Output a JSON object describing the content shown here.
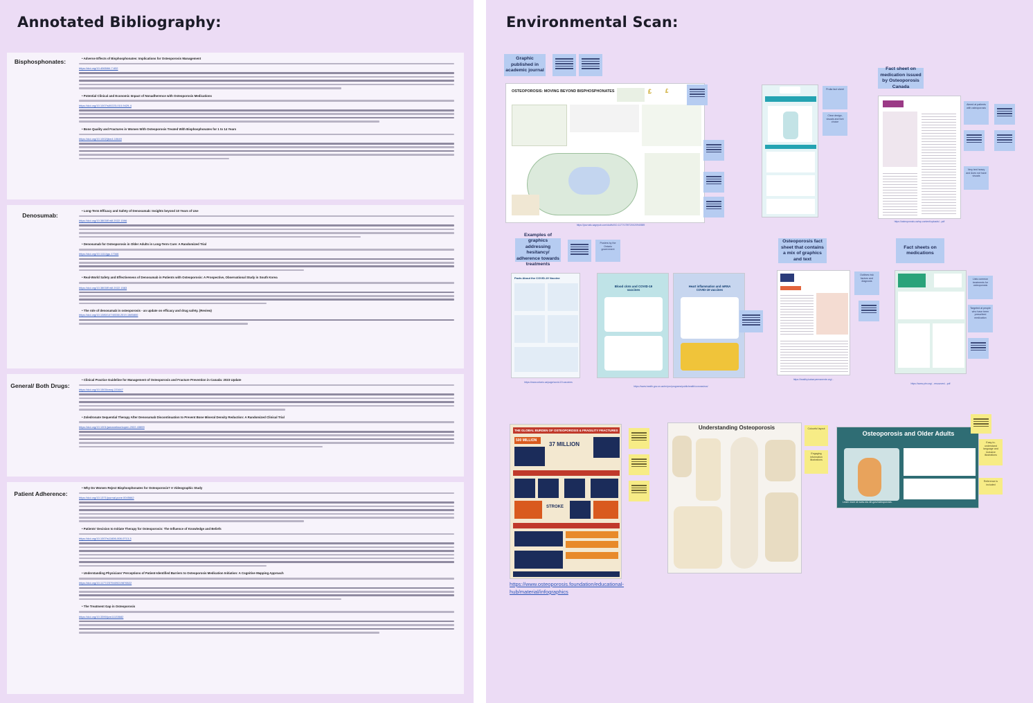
{
  "left_panel": {
    "title": "Annotated Bibliography:",
    "sections": [
      {
        "label": "Bisphosphonates:",
        "entries": [
          {
            "title": "Adverse Effects of Bisphosphonates: Implications for Osteoporosis Management",
            "link": "https://doi.org/10.4065/84.7.632",
            "lines": 6
          },
          {
            "title": "Potential Clinical and Economic Impact of Nonadherence with Osteoporosis Medications",
            "link": "https://doi.org/10.1007/s00223-010-9429-4",
            "lines": 5
          },
          {
            "title": "Bone Quality and Fractures in Women With Osteoporosis Treated With Bisphosphonates for 1 to 14 Years",
            "link": "https://doi.org/10.1002/jbm4.10649",
            "lines": 6
          }
        ]
      },
      {
        "label": "Denosumab:",
        "entries": [
          {
            "title": "Long-Term Efficacy and Safety of Denosumab: Insights beyond 10 Years of Use",
            "link": "https://doi.org/10.3803/EnM.2022.1596",
            "lines": 5
          },
          {
            "title": "Denosumab for Osteoporosis in Older Adults in Long-Term Care: A Randomized Trial",
            "link": "https://doi.org/10.1111/jgs.17346",
            "lines": 5
          },
          {
            "title": "Real-World Safety and Effectiveness of Denosumab in Patients with Osteoporosis: A Prospective, Observational Study in South Korea",
            "link": "https://doi.org/10.3803/EnM.2022.1583",
            "lines": 6
          },
          {
            "title": "The role of denosumab in osteoporosis - an update on efficacy and drug safety. (Review)",
            "link": "https://doi.org/10.1080/14740338.2019.1585800",
            "lines": 3
          }
        ]
      },
      {
        "label": "General/ Both Drugs:",
        "entries": [
          {
            "title": "Clinical Practice Guideline for Management of Osteoporosis and Fracture Prevention in Canada: 2023 Update",
            "link": "https://doi.org/10.1503/cmaj.221647",
            "lines": 6
          },
          {
            "title": "Zoledronate Sequential Therapy After Denosumab Discontinuation to Prevent Bone Mineral Density Reduction: A Randomized Clinical Trial",
            "link": "https://doi.org/10.1001/jamanetworkopen.2022.43899",
            "lines": 6
          }
        ]
      },
      {
        "label": "Patient Adherence:",
        "entries": [
          {
            "title": "Why Do Women Reject Bisphosphonates for Osteoporosis? A Videographic Study",
            "link": "https://doi.org/10.1371/journal.pone.0045662",
            "lines": 6
          },
          {
            "title": "Patients' Decision to Initiate Therapy for Osteoporosis: The Influence of Knowledge and Beliefs",
            "link": "https://doi.org/10.1007/s11606-008-0713-3",
            "lines": 7
          },
          {
            "title": "Understanding Physicians' Perceptions of Patient-Identified Barriers to Osteoporosis Medication Initiation: A Cognitive Mapping Approach",
            "link": "https://doi.org/10.1177/2379409219876522",
            "lines": 5
          },
          {
            "title": "The Treatment Gap in Osteoporosis",
            "link": "https://doi.org/10.3390/jcm11133682",
            "lines": 6
          }
        ]
      }
    ]
  },
  "right_panel": {
    "title": "Environmental Scan:",
    "stickies": {
      "graphic_journal": "Graphic published in academic journal",
      "fact_sheet_oc": "Fact sheet on medication issued by Osteoporosis Canada",
      "examples_hesitancy": "Examples of graphics addressing hesitancy/ adherence towards treatments",
      "osteoporosis_fact_sheet": "Osteoporosis fact sheet that contains a mix of graphics and text",
      "fact_sheets_meds": "Fact sheets on medications"
    },
    "images": {
      "infographic_title": "OSTEOPOROSIS: MOVING BEYOND BISPHOSPHONATES",
      "covid_facts": "Facts About the COVID-19 Vaccine",
      "blood_clots": "Blood clots and COVID-19 vaccines",
      "heart_inflammation": "Heart inflammation and mRNA COVID-19 vaccines",
      "global_burden": "THE GLOBAL BURDEN OF OSTEOPOROSIS & FRAGILITY FRACTURES",
      "stat_1": "500 MILLION",
      "stat_2": "37 MILLION",
      "stat_3": "STROKE",
      "understanding": "Understanding Osteoporosis",
      "older_adults": "Osteoporosis and Older Adults",
      "nih_link": "Learn more at www.nia.nih.gov/osteoporosis."
    },
    "caption_links": {
      "infographic": "https://journals.sagepub.com/doi/full/10.1177/1759720X20940589",
      "fact_sheet_oc": "https://osteoporosis.ca/wp-content/uploads/...pdf",
      "covid_1": "https://www.ontario.ca/page/covid-19-vaccines",
      "covid_2": "https://www.health.gov.on.ca/en/pro/programs/publichealth/coronavirus/",
      "osteo_fact": "https://healthy.kaiserpermanente.org/...",
      "meds": "https://www.phn.org/...resources/...pdf",
      "osteo_found": "https://www.osteoporosis.foundation/educational-hub/material/infographics"
    }
  }
}
